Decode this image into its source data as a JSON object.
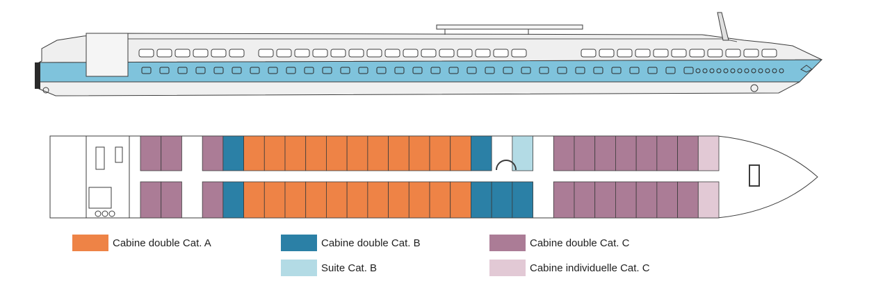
{
  "categories": {
    "A": {
      "label": "Cabine double Cat. A",
      "color": "#ee8346"
    },
    "B": {
      "label": "Cabine double Cat. B",
      "color": "#2b80a6"
    },
    "SB": {
      "label": "Suite Cat. B",
      "color": "#b3dbe5"
    },
    "C": {
      "label": "Cabine double Cat. C",
      "color": "#ab7c96"
    },
    "IC": {
      "label": "Cabine individuelle Cat. C",
      "color": "#e2c9d5"
    }
  },
  "legend_order": [
    "A",
    "B",
    "C",
    "SB",
    "IC"
  ],
  "deck": {
    "top_row": [
      "C",
      "C",
      "",
      "C",
      "B",
      "A",
      "A",
      "A",
      "A",
      "A",
      "A",
      "A",
      "A",
      "A",
      "A",
      "A",
      "B",
      "",
      "SB",
      "",
      "C",
      "C",
      "C",
      "C",
      "C",
      "C",
      "C",
      "IC"
    ],
    "bottom_row": [
      "C",
      "C",
      "",
      "C",
      "B",
      "A",
      "A",
      "A",
      "A",
      "A",
      "A",
      "A",
      "A",
      "A",
      "A",
      "A",
      "B",
      "B",
      "B",
      "",
      "C",
      "C",
      "C",
      "C",
      "C",
      "C",
      "C",
      "IC"
    ]
  },
  "colors": {
    "hull_blue": "#7fc3dc",
    "hull_line": "#3b3b3b",
    "deck_gray": "#f2f2f2"
  }
}
